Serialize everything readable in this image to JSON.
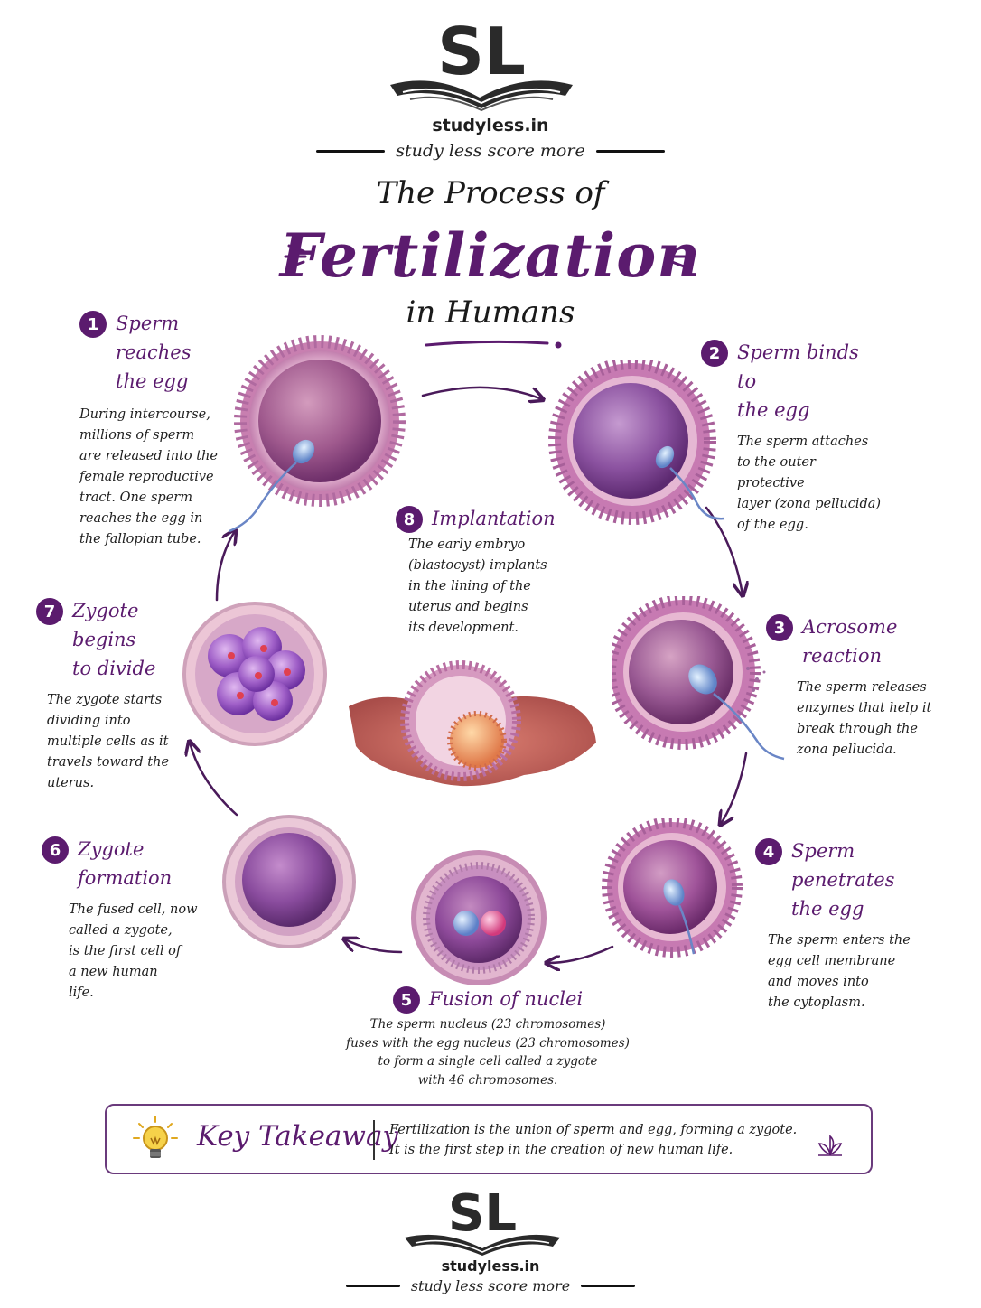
{
  "brand": {
    "logo_letters": "SL",
    "site": "studyless.in",
    "tagline": "study less score more"
  },
  "title": {
    "line1": "The Process of",
    "main": "Fertilization",
    "line3": "in Humans"
  },
  "steps": [
    {
      "num": "1",
      "title": "Sperm reaches\nthe egg",
      "desc": "During intercourse,\nmillions of sperm\nare released into the\nfemale reproductive\ntract. One sperm\nreaches the egg in\nthe fallopian tube."
    },
    {
      "num": "2",
      "title": "Sperm binds to\nthe egg",
      "desc": "The sperm attaches\nto the outer protective\nlayer (zona pellucida)\nof the egg."
    },
    {
      "num": "3",
      "title": "Acrosome reaction",
      "desc": "The sperm releases\nenzymes that help it\nbreak through the\nzona pellucida."
    },
    {
      "num": "4",
      "title": "Sperm penetrates\nthe egg",
      "desc": "The sperm enters the\negg cell membrane\nand moves into\nthe cytoplasm."
    },
    {
      "num": "5",
      "title": "Fusion of nuclei",
      "desc": "The sperm nucleus (23 chromosomes)\nfuses with the egg nucleus (23 chromosomes)\nto form a single cell called a zygote\nwith 46 chromosomes."
    },
    {
      "num": "6",
      "title": "Zygote formation",
      "desc": "The fused cell, now\ncalled a zygote,\nis the first cell of\na new human\nlife."
    },
    {
      "num": "7",
      "title": "Zygote begins\nto divide",
      "desc": "The zygote starts\ndividing into\nmultiple cells as it\ntravels toward the\nuterus."
    },
    {
      "num": "8",
      "title": "Implantation",
      "desc": "The early embryo\n(blastocyst) implants\nin the lining of the\nuterus and begins\nits development."
    }
  ],
  "takeaway": {
    "label": "Key Takeaway",
    "text": "Fertilization is the union of sperm and egg, forming a zygote.\nIt is the first step in the creation of new human life.",
    "bulb_icon": "lightbulb-icon",
    "leaf_icon": "leaf-icon"
  },
  "colors": {
    "accent": "#5b1b6e",
    "cell_pink": "#b77aa6",
    "cell_purple": "#8a4a9a",
    "tissue": "#c8504a"
  }
}
